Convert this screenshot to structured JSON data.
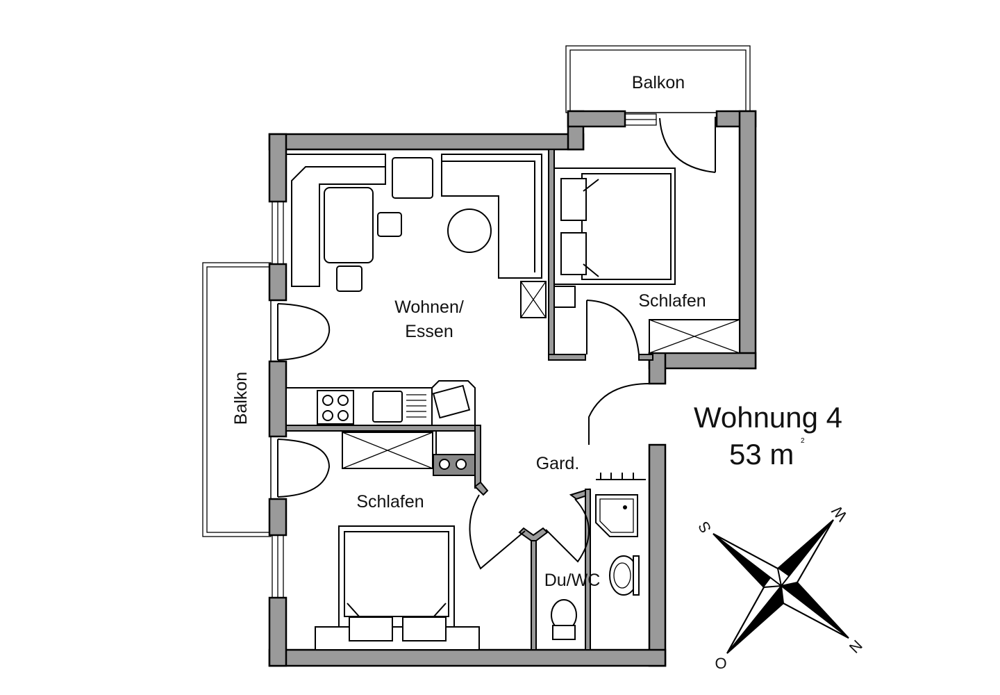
{
  "plan": {
    "title": "Wohnung 4",
    "area": "53 m",
    "area_unit_sup": "2",
    "rooms": {
      "balkon_top": "Balkon",
      "balkon_left": "Balkon",
      "wohnen_line1": "Wohnen/",
      "wohnen_line2": "Essen",
      "schlafen_right": "Schlafen",
      "schlafen_left": "Schlafen",
      "gard": "Gard.",
      "bad": "Du/WC"
    }
  },
  "compass": {
    "s": "S",
    "w": "W",
    "n": "N",
    "o": "O"
  }
}
